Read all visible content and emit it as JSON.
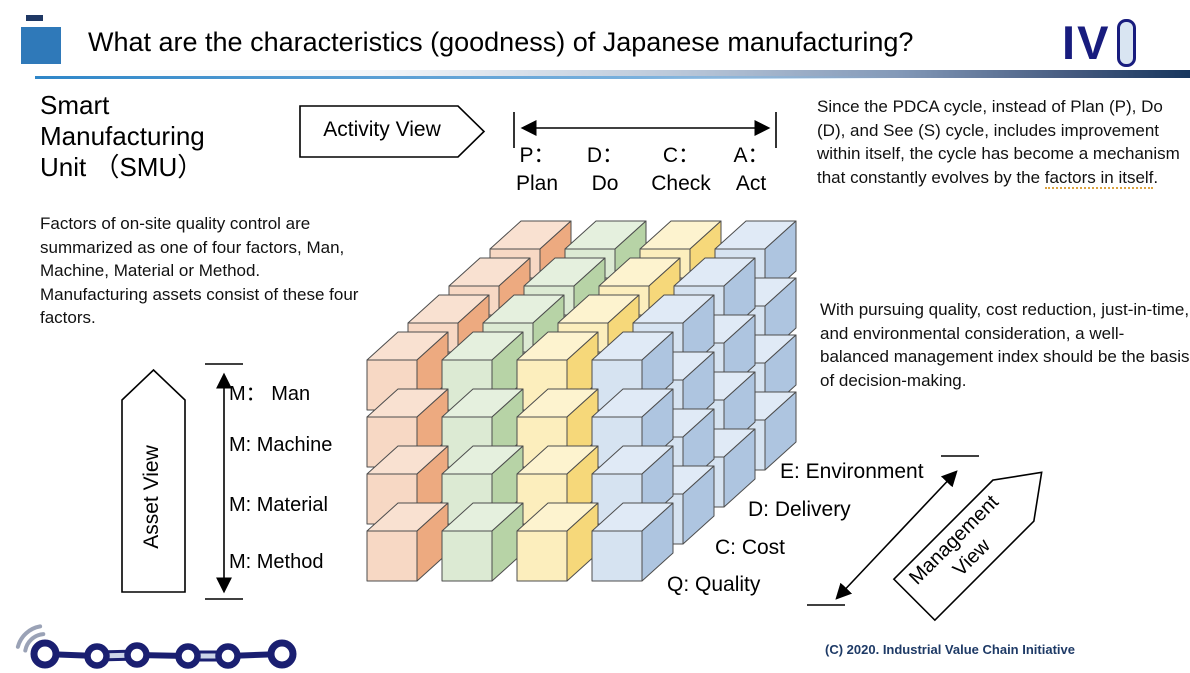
{
  "header": {
    "title": "What are the characteristics (goodness) of Japanese manufacturing?",
    "accent_color": "#2f79b9",
    "logo_text_1": "I",
    "logo_text_2": "V"
  },
  "smu": {
    "heading_line1": "Smart",
    "heading_line2": "Manufacturing",
    "heading_line3": "Unit （SMU）"
  },
  "paragraphs": {
    "factors": "Factors of on-site quality control are summarized as one of four factors, Man, Machine, Material or Method. Manufacturing assets consist of these four factors.",
    "pdca_lead": "Since the PDCA cycle, instead of Plan (P), Do (D), and See (S) cycle, includes improvement within itself, the cycle has become a mechanism that constantly evolves by the ",
    "pdca_underlined": "factors in itself",
    "pdca_tail": ".",
    "management": "With pursuing quality, cost reduction, just-in-time, and environmental consideration, a well-balanced management index should be the basis of decision-making."
  },
  "views": {
    "activity": "Activity View",
    "asset": "Asset View",
    "management_line1": "Management",
    "management_line2": "View"
  },
  "pdca_axis": [
    {
      "letter": "P：",
      "word": "Plan"
    },
    {
      "letter": "D：",
      "word": "Do"
    },
    {
      "letter": "C：",
      "word": "Check"
    },
    {
      "letter": "A：",
      "word": "Act"
    }
  ],
  "asset_axis": [
    "M： Man",
    "M: Machine",
    "M: Material",
    "M: Method"
  ],
  "management_axis": [
    "Q: Quality",
    "C: Cost",
    "D: Delivery",
    "E: Environment"
  ],
  "cube_block": {
    "rows": 4,
    "layers": 4,
    "outline": "#4d4d4d",
    "columns": [
      {
        "id": "P",
        "front": "#f7d8c4",
        "top": "#f9e1d1",
        "side": "#edaa80"
      },
      {
        "id": "D",
        "front": "#dcead3",
        "top": "#e5f0de",
        "side": "#b7d3a6"
      },
      {
        "id": "C",
        "front": "#fceebd",
        "top": "#fdf3cf",
        "side": "#f6d87a"
      },
      {
        "id": "A",
        "front": "#d6e3f1",
        "top": "#e0eaf6",
        "side": "#aec5e0"
      }
    ]
  },
  "footer": {
    "copyright": "(C) 2020. Industrial Value Chain Initiative",
    "logo_color": "#1a1f71"
  }
}
